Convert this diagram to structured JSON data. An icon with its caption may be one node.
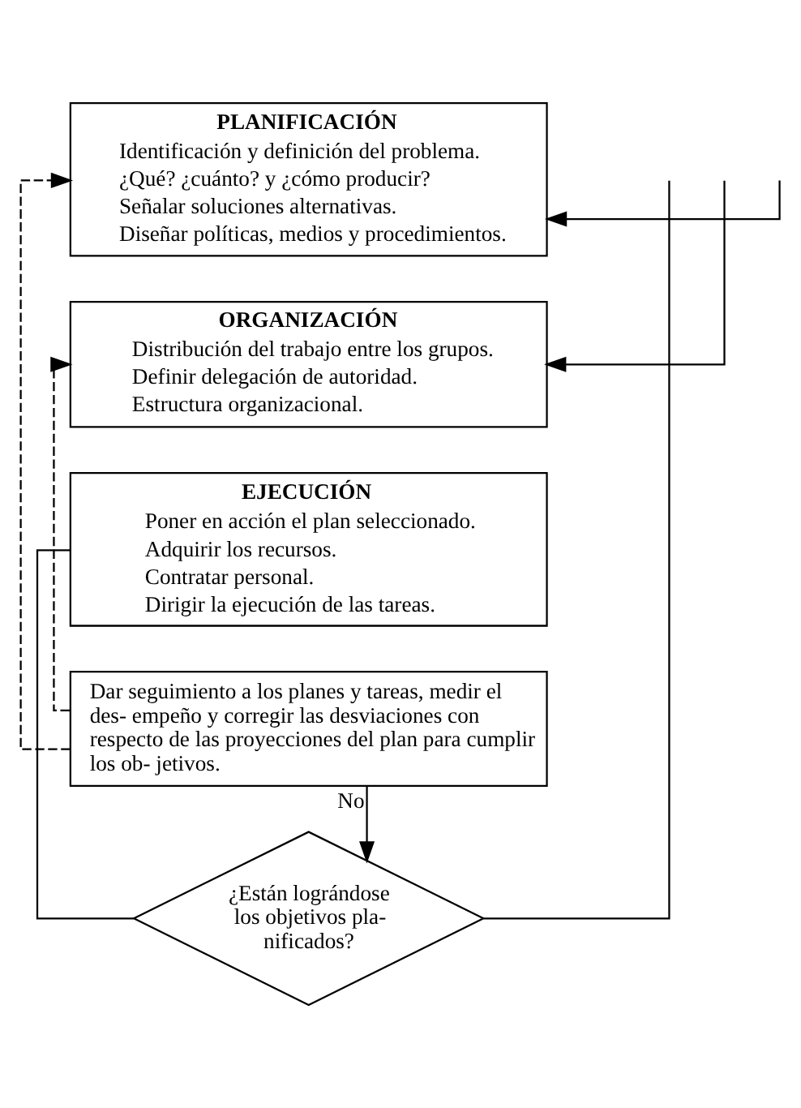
{
  "diagram": {
    "nodes": [
      {
        "text": [
          "PLANIFICACIÓN",
          "Identificación y definición del problema.",
          "¿Qué? ¿cuánto? y ¿cómo producir?",
          "Señalar soluciones alternativas.",
          "Diseñar políticas, medios y procedimientos."
        ]
      },
      {
        "text": [
          "ORGANIZACIÓN",
          "Distribución del trabajo entre los grupos.",
          "Definir delegación de autoridad.",
          "Estructura organizacional."
        ]
      },
      {
        "text": [
          "EJECUCIÓN",
          "Poner en acción el plan seleccionado.",
          "Adquirir los recursos.",
          "Contratar personal.",
          "Dirigir la ejecución de las tareas."
        ]
      },
      {
        "text": [
          "Dar seguimiento a los planes y tareas, medir el des- empeño y corregir las desviaciones con respecto de las proyecciones del plan para cumplir los ob- jetivos."
        ]
      },
      {
        "text": [
          "¿Están lográndose los objetivos pla- nificados?"
        ]
      }
    ],
    "edges": [
      {
        "from": 3,
        "to": 4,
        "arrow": "to",
        "label": "No"
      },
      {
        "from": 4,
        "to": 2,
        "arrow": "none"
      },
      {
        "from": 4,
        "to": null,
        "arrow": "none"
      },
      {
        "from": null,
        "to": 0,
        "arrow": "to"
      },
      {
        "from": null,
        "to": 1,
        "arrow": "to"
      },
      {
        "from": 3,
        "to": 0,
        "arrow": "to",
        "style": "dashed"
      },
      {
        "from": 3,
        "to": 1,
        "arrow": "to",
        "style": "dashed"
      }
    ]
  }
}
